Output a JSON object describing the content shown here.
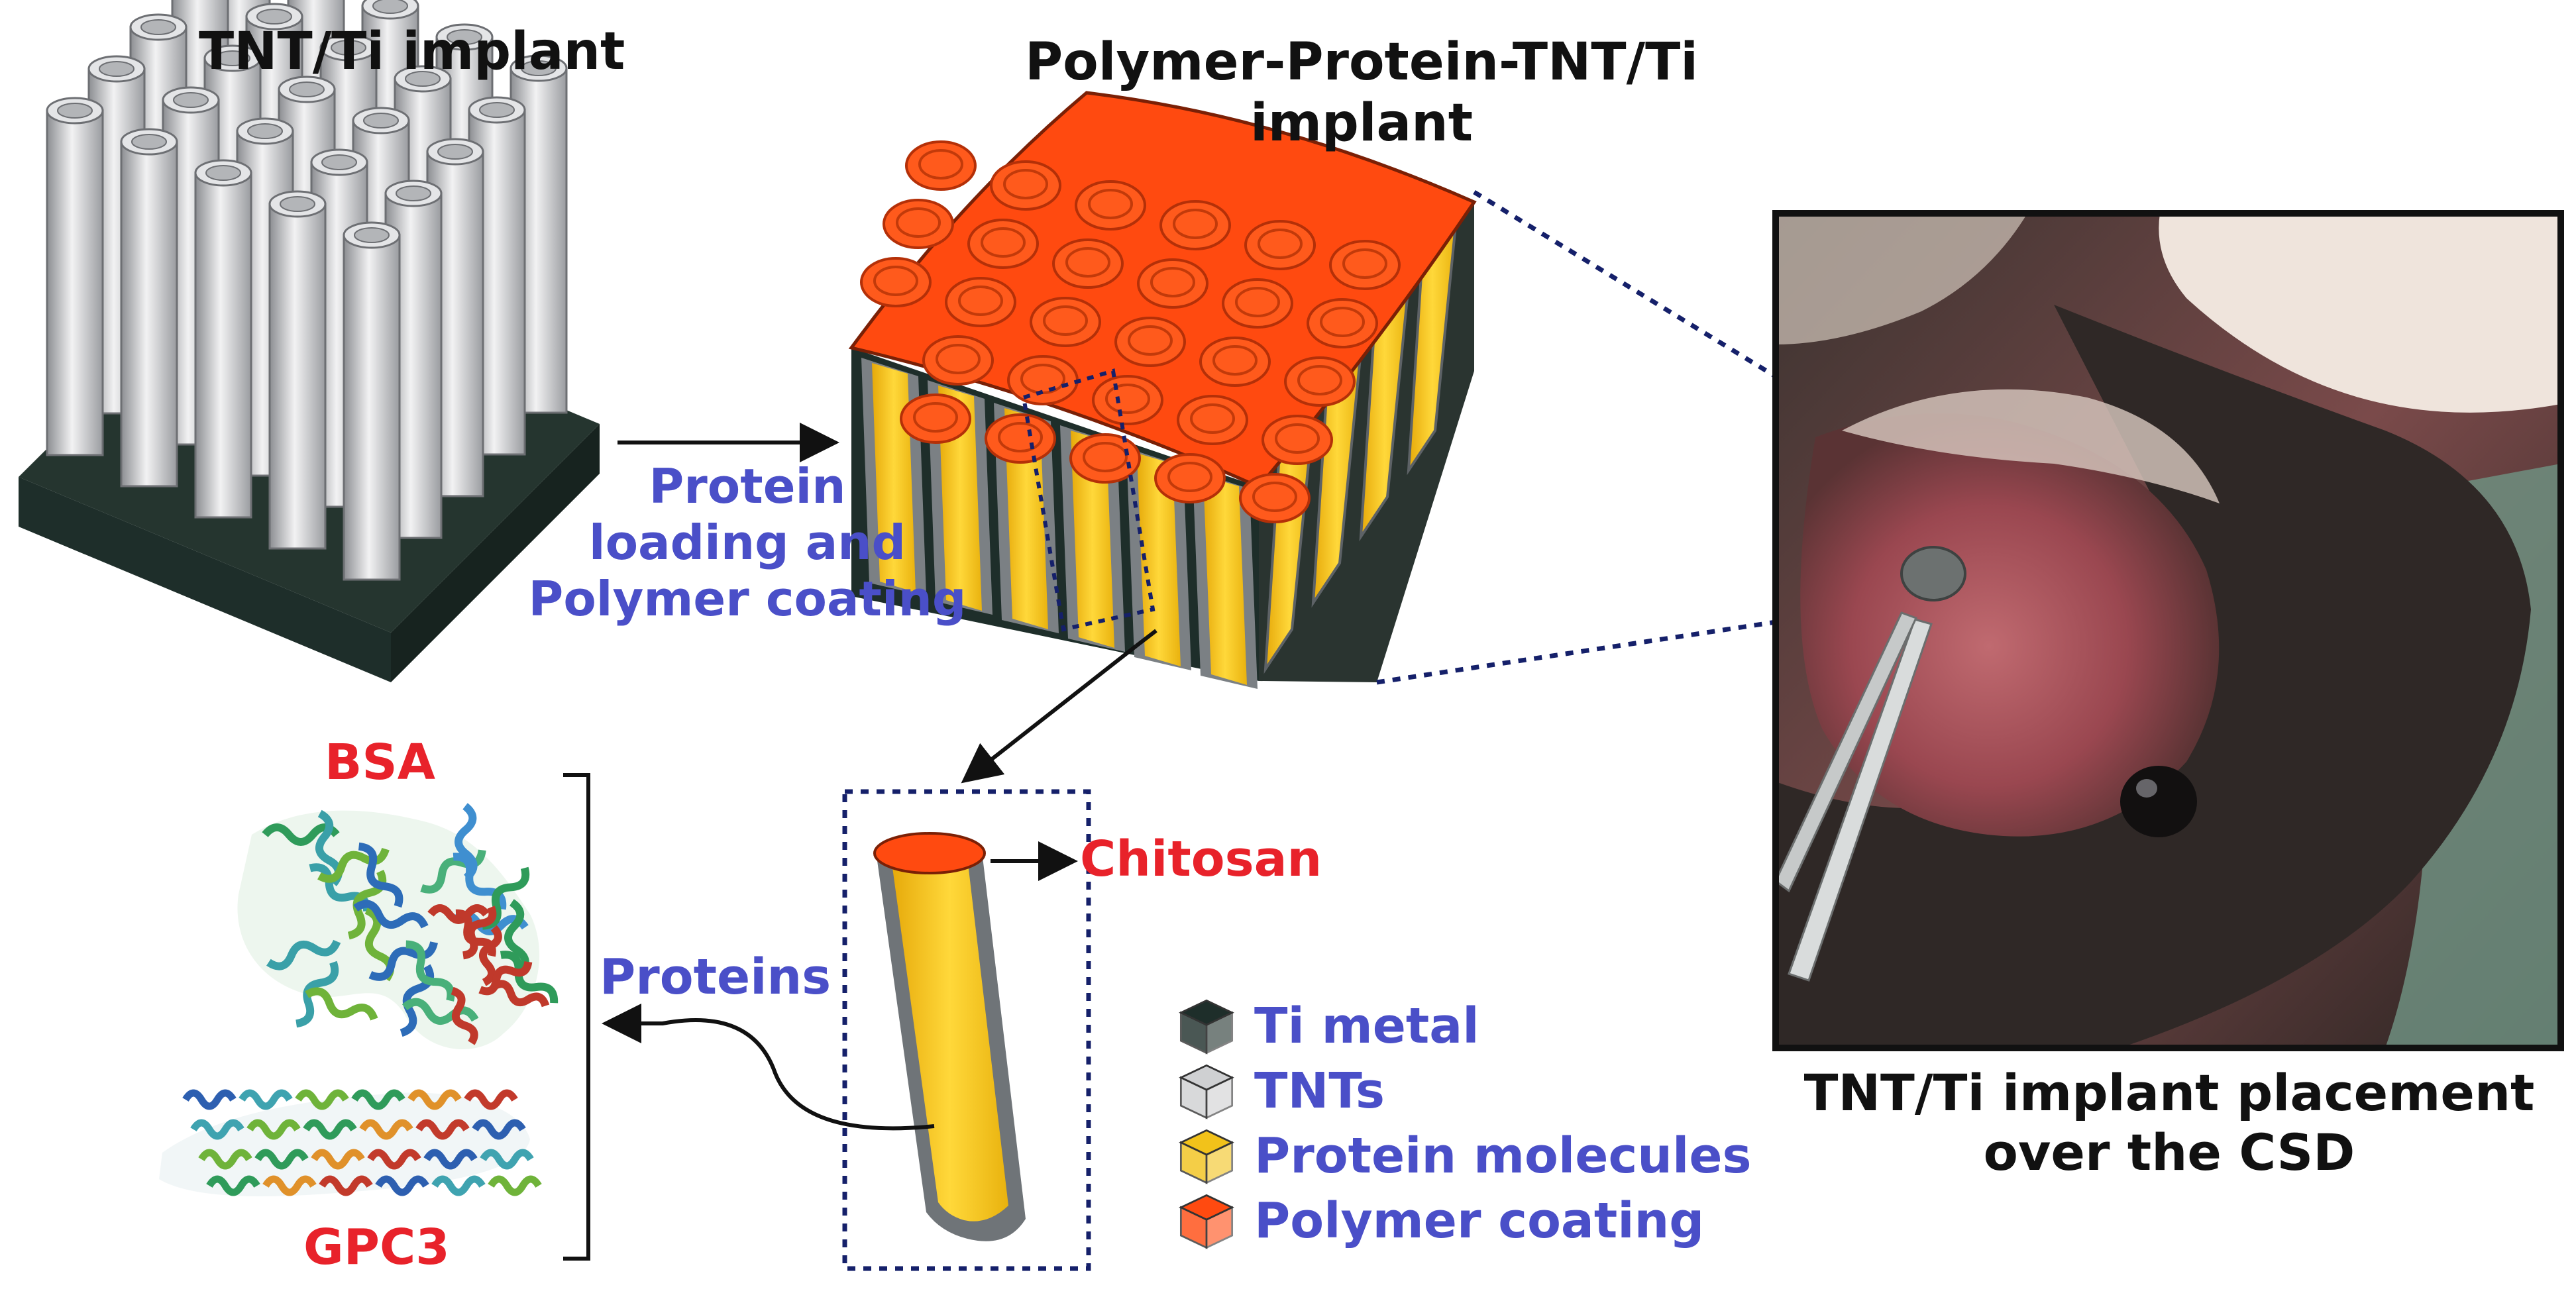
{
  "labels": {
    "tnt_implant": "TNT/Ti implant",
    "polymer_implant_line1": "Polymer-Protein-TNT/Ti",
    "polymer_implant_line2": "implant",
    "process_line1": "Protein",
    "process_line2": "loading and",
    "process_line3": "Polymer coating",
    "bsa": "BSA",
    "gpc3": "GPC3",
    "proteins": "Proteins",
    "chitosan": "Chitosan",
    "placement_line1": "TNT/Ti implant placement",
    "placement_line2": "over the CSD"
  },
  "legend": [
    {
      "label": "Ti metal",
      "color": "#1e2e2a",
      "icon": "dark-cube-icon"
    },
    {
      "label": "TNTs",
      "color": "#cfd0d2",
      "icon": "grey-cube-icon"
    },
    {
      "label": "Protein molecules",
      "color": "#f2c21a",
      "icon": "yellow-cube-icon"
    },
    {
      "label": "Polymer coating",
      "color": "#ff4a10",
      "icon": "orange-cube-icon"
    }
  ],
  "colors": {
    "ti_metal": "#1e2e2a",
    "tnt_grey": "#cfd0d2",
    "protein_yellow": "#f2c21a",
    "polymer_orange": "#ff4a10",
    "label_blue": "#4a4fc8",
    "label_red": "#e8222a"
  }
}
